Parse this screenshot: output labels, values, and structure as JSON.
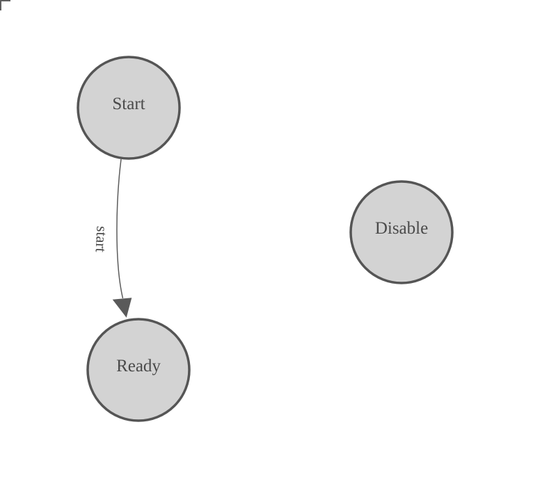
{
  "diagram": {
    "nodes": [
      {
        "id": "start",
        "label": "Start"
      },
      {
        "id": "ready",
        "label": "Ready"
      },
      {
        "id": "disable",
        "label": "Disable"
      }
    ],
    "edges": [
      {
        "from": "start",
        "to": "ready",
        "label": "start",
        "arrow_icon": "filled-triangle-arrowhead"
      }
    ],
    "colors": {
      "background": "#ffffff",
      "node_fill": "#d3d3d3",
      "node_stroke": "#555555",
      "node_label": "#4a4a4a",
      "edge_stroke": "#5c5c5c",
      "arrowhead_fill": "#5a5a5a",
      "edge_label": "#4a4a4a",
      "corner_mark": "#5f5f5f"
    }
  }
}
